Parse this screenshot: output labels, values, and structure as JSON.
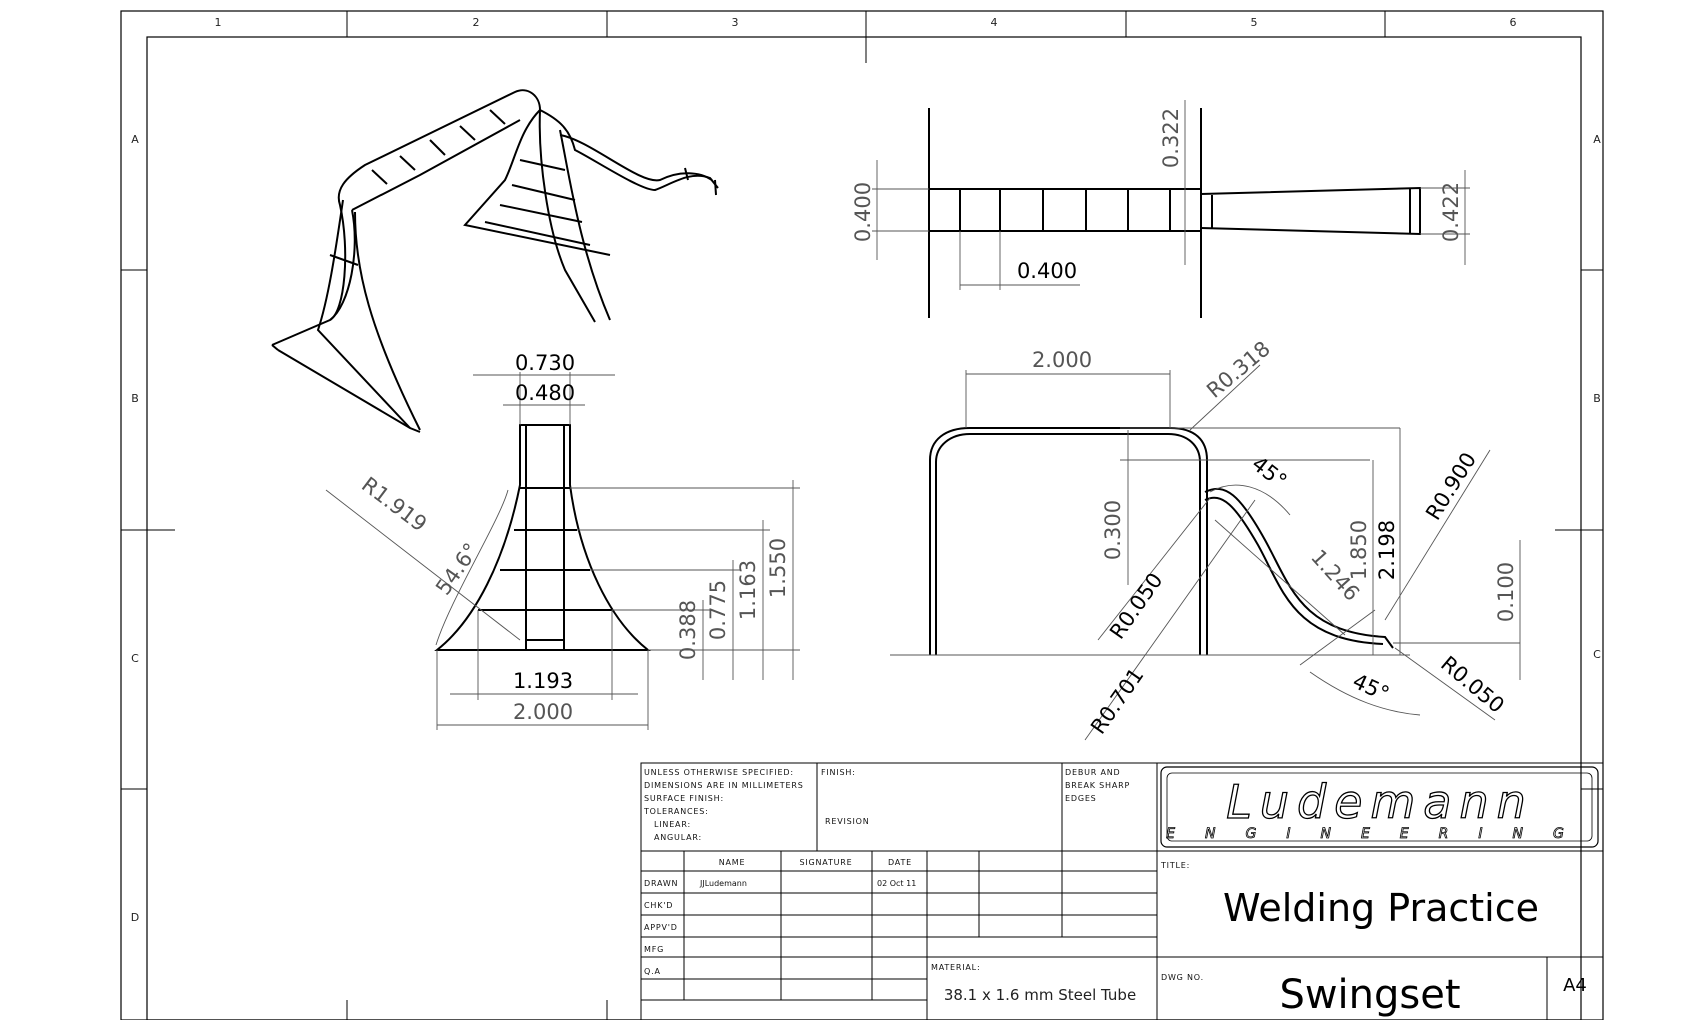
{
  "border": {
    "columns": [
      "1",
      "2",
      "3",
      "4",
      "5",
      "6"
    ],
    "rows": [
      "A",
      "B",
      "C",
      "D"
    ]
  },
  "dimensions": {
    "front": {
      "top_outer": "0.730",
      "top_inner": "0.480",
      "radius": "R1.919",
      "angle": "54.6°",
      "h1": "0.388",
      "h2": "0.775",
      "h3": "1.163",
      "h4": "1.550",
      "base_inner": "1.193",
      "base_outer": "2.000"
    },
    "top": {
      "width": "0.400",
      "spacing": "0.400",
      "gap": "0.322",
      "slide_width": "0.422"
    },
    "side": {
      "span": "2.000",
      "r_top": "R0.318",
      "drop": "0.300",
      "angle_top": "45°",
      "r_small_left": "R0.050",
      "r_big": "R0.701",
      "slide_len": "1.246",
      "h_inner": "1.850",
      "h_total": "2.198",
      "r_curve": "R0.900",
      "end_h": "0.100",
      "r_end": "R0.050",
      "angle_bottom": "45°"
    }
  },
  "title_block": {
    "notes": [
      "UNLESS OTHERWISE SPECIFIED:",
      "DIMENSIONS ARE IN MILLIMETERS",
      "SURFACE FINISH:",
      "TOLERANCES:",
      "LINEAR:",
      "ANGULAR:"
    ],
    "finish_label": "FINISH:",
    "revision_label": "REVISION",
    "debur": [
      "DEBUR AND",
      "BREAK SHARP",
      "EDGES"
    ],
    "col_name": "NAME",
    "col_signature": "SIGNATURE",
    "col_date": "DATE",
    "rows": [
      "DRAWN",
      "CHK'D",
      "APPV'D",
      "MFG",
      "Q.A"
    ],
    "drawn_name": "JJLudemann",
    "drawn_date": "02 Oct 11",
    "material_label": "MATERIAL:",
    "material": "38.1 x 1.6 mm Steel Tube",
    "title_label": "TITLE:",
    "title": "Welding Practice",
    "dwg_label": "DWG NO.",
    "dwg": "Swingset",
    "size": "A4",
    "logo_main": "Ludemann",
    "logo_sub": "ENGINEERING"
  }
}
